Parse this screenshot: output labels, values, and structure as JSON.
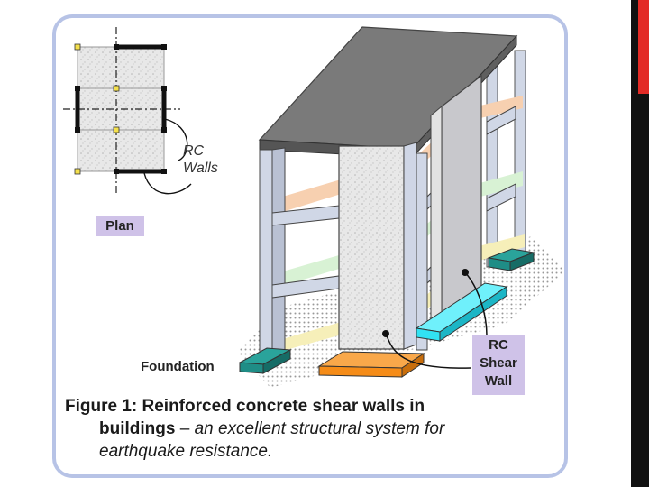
{
  "figure": {
    "caption_title": "Figure 1: Reinforced concrete shear walls in",
    "caption_bold": "buildings",
    "caption_dash": " – ",
    "caption_italic": "an excellent structural system for",
    "caption_line3": "earthquake resistance."
  },
  "labels": {
    "rc_walls_line1": "RC",
    "rc_walls_line2": "Walls",
    "plan": "Plan",
    "foundation": "Foundation",
    "shear_wall_line1": "RC",
    "shear_wall_line2": "Shear",
    "shear_wall_line3": "Wall"
  },
  "colors": {
    "card_border": "#b7c3e6",
    "label_box": "#cfc2e8",
    "slab": "#7a7a7a",
    "frame": "#d0d7e6",
    "wall_concrete": "#e6e6e6",
    "wall_shear_grey": "#c8c8cc",
    "floor_orange": "#f7d0b0",
    "floor_green": "#d8f2d4",
    "floor_yellow": "#f6efb9",
    "footing_teal": "#1f8d86",
    "footing_orange": "#f58c18",
    "footing_cyan": "#31e2f3",
    "right_bar": "#111111",
    "right_bar_accent": "#e32b26"
  }
}
